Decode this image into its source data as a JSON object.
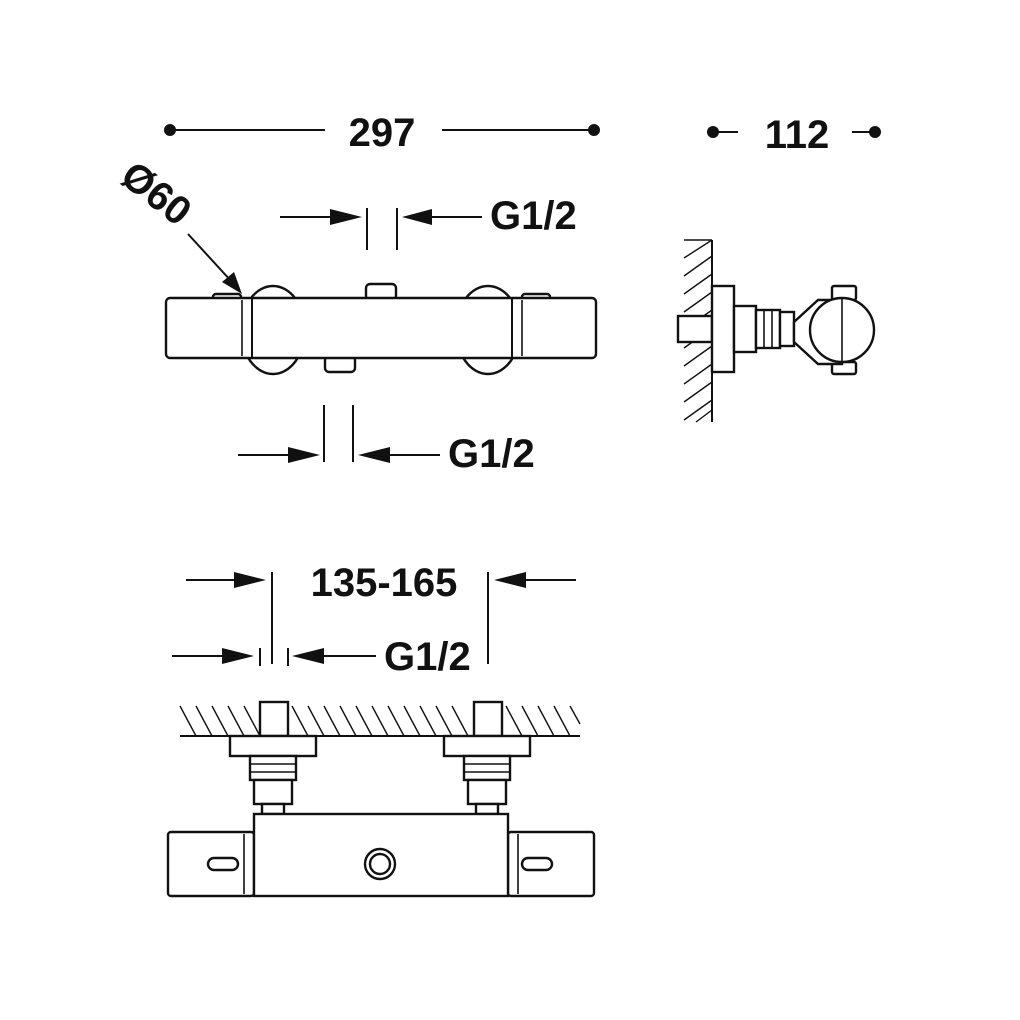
{
  "dimensions": {
    "overall_length": "297",
    "depth": "112",
    "knob_diameter": "Ø60",
    "top_inlet_thread": "G1/2",
    "bottom_outlet_thread": "G1/2",
    "inlet_spacing": "135-165",
    "inlet_thread": "G1/2"
  },
  "colors": {
    "line": "#111111",
    "background": "#ffffff"
  }
}
